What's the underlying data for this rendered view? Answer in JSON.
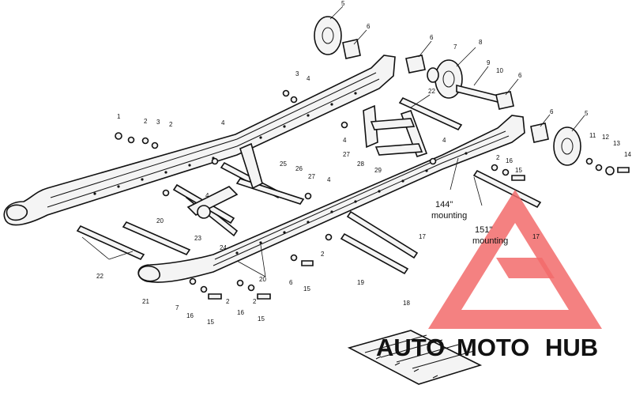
{
  "diagram": {
    "callouts": {
      "c1": "1",
      "c2a": "2",
      "c3a": "3",
      "c4a": "4",
      "c3b": "3",
      "c4b": "4",
      "c5a": "5",
      "c6a": "6",
      "c6b": "6",
      "c7": "7",
      "c8": "8",
      "c9": "9",
      "c10": "10",
      "c6c": "6",
      "c22a": "22",
      "c4c": "4",
      "c6d": "6",
      "c5b": "5",
      "c11": "11",
      "c12": "12",
      "c13": "13",
      "c14": "14",
      "c16a": "16",
      "c15a": "15",
      "c2b": "2",
      "c4d": "4",
      "c27a": "27",
      "c28": "28",
      "c29": "29",
      "c4e": "4",
      "c25": "25",
      "c26": "26",
      "c27b": "27",
      "c4f": "4",
      "c20a": "20",
      "c23": "23",
      "c24": "24",
      "c17a": "17",
      "c17b": "17",
      "c2c": "2",
      "c6e": "6",
      "c15b": "15",
      "c19": "19",
      "c20b": "20",
      "c22b": "22",
      "c21": "21",
      "c2d": "2",
      "c16b": "16",
      "c15c": "15",
      "c2e": "2",
      "c16c": "16",
      "c15d": "15",
      "c18": "18",
      "c7b": "7",
      "c2f": "2"
    },
    "mountings": {
      "m144_value": "144\"",
      "m144_label": "mounting",
      "m151_value": "151\"",
      "m151_label": "mounting"
    }
  },
  "watermark": {
    "brand_auto": "AUTO",
    "brand_moto": "MOTO",
    "brand_hub": "HUB",
    "color_auto": "#f5a623",
    "color_moto": "#e8483f",
    "color_hub": "#555555",
    "triangle_color": "#f26b6b"
  }
}
